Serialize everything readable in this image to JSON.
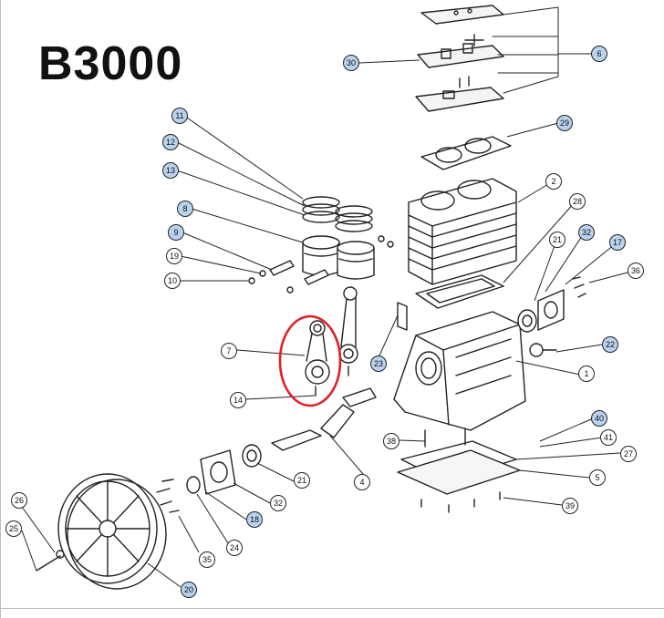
{
  "title": "B3000",
  "colors": {
    "line": "#222222",
    "highlight_fill": "#b9d3ef",
    "annotation": "#e0202a"
  },
  "callouts": [
    {
      "id": "c30",
      "label": "30",
      "hl": true
    },
    {
      "id": "c6",
      "label": "6",
      "hl": true
    },
    {
      "id": "c29",
      "label": "29",
      "hl": true
    },
    {
      "id": "c11",
      "label": "11",
      "hl": true
    },
    {
      "id": "c12",
      "label": "12",
      "hl": true
    },
    {
      "id": "c13",
      "label": "13",
      "hl": true
    },
    {
      "id": "c8",
      "label": "8",
      "hl": true
    },
    {
      "id": "c9",
      "label": "9",
      "hl": true
    },
    {
      "id": "c19",
      "label": "19",
      "hl": false
    },
    {
      "id": "c10",
      "label": "10",
      "hl": false
    },
    {
      "id": "c2",
      "label": "2",
      "hl": false
    },
    {
      "id": "c28",
      "label": "28",
      "hl": false
    },
    {
      "id": "c21a",
      "label": "21",
      "hl": false
    },
    {
      "id": "c32a",
      "label": "32",
      "hl": true
    },
    {
      "id": "c17",
      "label": "17",
      "hl": true
    },
    {
      "id": "c36",
      "label": "36",
      "hl": false
    },
    {
      "id": "c7",
      "label": "7",
      "hl": false
    },
    {
      "id": "c23",
      "label": "23",
      "hl": true
    },
    {
      "id": "c22",
      "label": "22",
      "hl": true
    },
    {
      "id": "c1",
      "label": "1",
      "hl": false
    },
    {
      "id": "c14",
      "label": "14",
      "hl": false
    },
    {
      "id": "c40",
      "label": "40",
      "hl": true
    },
    {
      "id": "c38",
      "label": "38",
      "hl": false
    },
    {
      "id": "c41",
      "label": "41",
      "hl": false
    },
    {
      "id": "c27",
      "label": "27",
      "hl": false
    },
    {
      "id": "c4",
      "label": "4",
      "hl": false
    },
    {
      "id": "c21b",
      "label": "21",
      "hl": false
    },
    {
      "id": "c5",
      "label": "5",
      "hl": false
    },
    {
      "id": "c32b",
      "label": "32",
      "hl": false
    },
    {
      "id": "c39",
      "label": "39",
      "hl": false
    },
    {
      "id": "c26",
      "label": "26",
      "hl": false
    },
    {
      "id": "c18",
      "label": "18",
      "hl": true
    },
    {
      "id": "c25",
      "label": "25",
      "hl": false
    },
    {
      "id": "c24",
      "label": "24",
      "hl": false
    },
    {
      "id": "c35",
      "label": "35",
      "hl": false
    },
    {
      "id": "c20",
      "label": "20",
      "hl": true
    }
  ]
}
